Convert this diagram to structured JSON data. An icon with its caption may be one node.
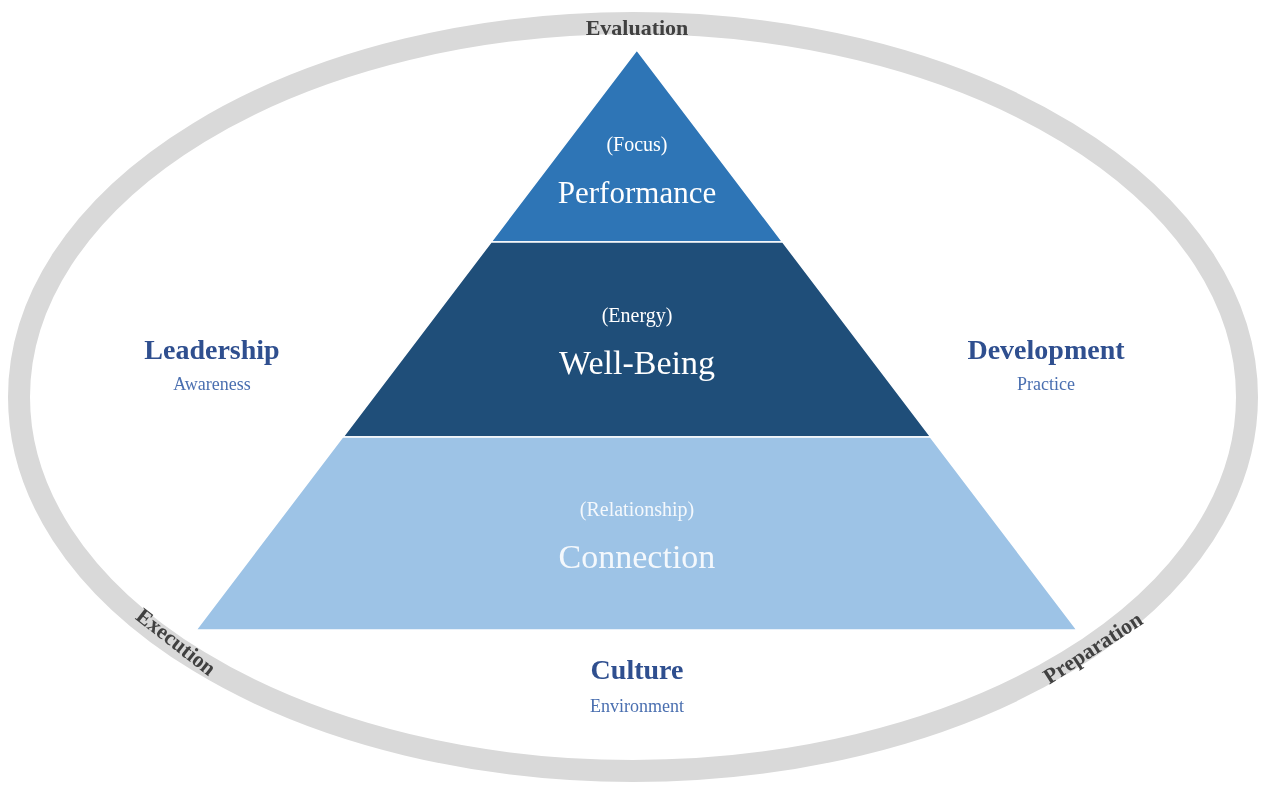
{
  "diagram": {
    "nodes": [
      {
        "text": [
          "Evaluation",
          "Execution",
          "Preparation"
        ]
      },
      {
        "text": [
          "(Focus)",
          "Performance"
        ],
        "in": 0
      },
      {
        "text": [
          "(Energy)",
          "Well-Being"
        ],
        "in": 0
      },
      {
        "text": [
          "(Relationship)",
          "Connection"
        ],
        "in": 0
      }
    ],
    "labels": [
      "Leadership",
      "Awareness",
      "Development",
      "Practice",
      "Culture",
      "Environment"
    ]
  }
}
